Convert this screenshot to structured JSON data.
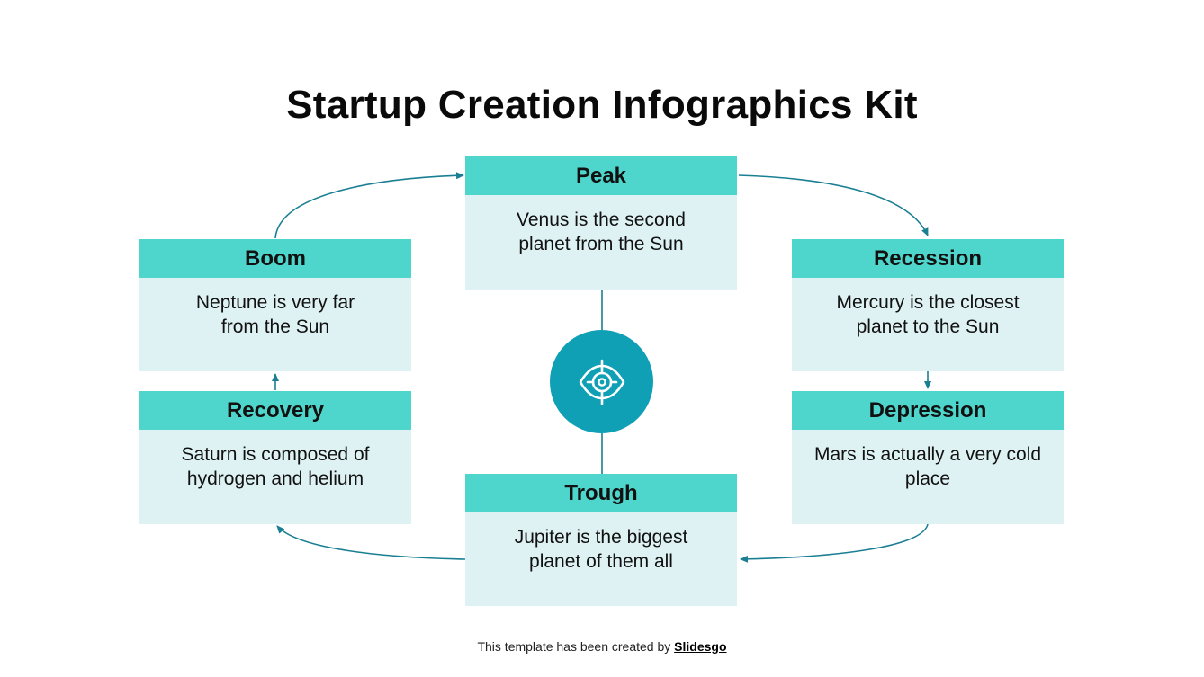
{
  "title": "Startup Creation Infographics Kit",
  "colors": {
    "header": "#4fd6cc",
    "body": "#dff2f3",
    "hub": "#0fa0b6",
    "arrow": "#1a7f93"
  },
  "stages": [
    {
      "id": "peak",
      "label": "Peak",
      "text": "Venus is the second planet from the Sun"
    },
    {
      "id": "recession",
      "label": "Recession",
      "text": "Mercury is the closest planet to the Sun"
    },
    {
      "id": "depression",
      "label": "Depression",
      "text": "Mars is actually a very cold place"
    },
    {
      "id": "trough",
      "label": "Trough",
      "text": "Jupiter is the biggest planet of them all"
    },
    {
      "id": "recovery",
      "label": "Recovery",
      "text": "Saturn is composed of hydrogen and helium"
    },
    {
      "id": "boom",
      "label": "Boom",
      "text": "Neptune is very far from the Sun"
    }
  ],
  "hub": {
    "icon": "eye-target-icon"
  },
  "footer": {
    "prefix": "This template has been created by ",
    "brand": "Slidesgo"
  }
}
